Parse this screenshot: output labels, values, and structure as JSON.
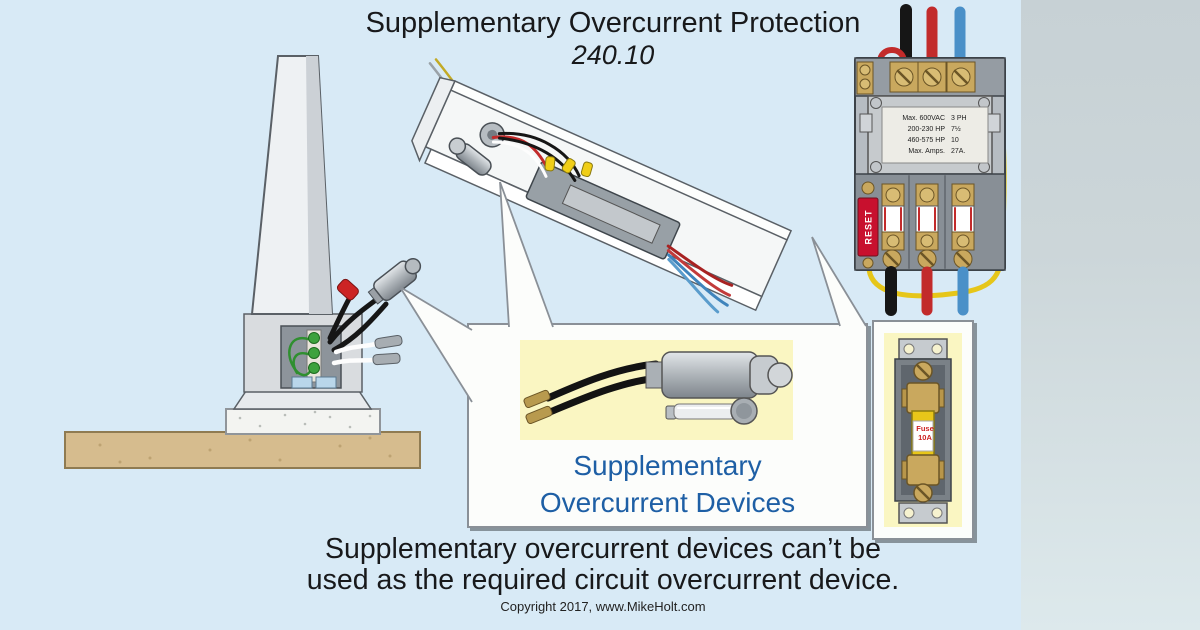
{
  "title": {
    "line1": "Supplementary Overcurrent Protection",
    "line2": "240.10"
  },
  "callout": {
    "caption_line1": "Supplementary",
    "caption_line2": "Overcurrent Devices"
  },
  "starter": {
    "reset_label": "RESET",
    "nameplate": {
      "rows": [
        {
          "spec": "Max. 600VAC",
          "value": "3 PH"
        },
        {
          "spec": "200-230 HP",
          "value": "7½"
        },
        {
          "spec": "460-575 HP",
          "value": "10"
        },
        {
          "spec": "Max. Amps.",
          "value": "27A."
        }
      ]
    }
  },
  "fuse_panel": {
    "label_line1": "Fuse",
    "label_line2": "10A"
  },
  "footer": {
    "line1": "Supplementary overcurrent devices can’t be",
    "line2": "used as the required circuit overcurrent device.",
    "copyright": "Copyright 2017, www.MikeHolt.com"
  },
  "colors": {
    "background_blue": "#d8eaf6",
    "edge_band_top": "#c7d1d5",
    "edge_band_bottom": "#dde9ec",
    "caption_blue": "#1e5fa5",
    "highlight_yellow": "#faf6c2",
    "reset_red": "#c8102e",
    "fuse_label_red": "#cc2222",
    "wire_black": "#161616",
    "wire_red": "#c22b2b",
    "wire_blue": "#4a90c8",
    "wire_yellow": "#e6c619",
    "sand_tan": "#d6bc8e"
  }
}
